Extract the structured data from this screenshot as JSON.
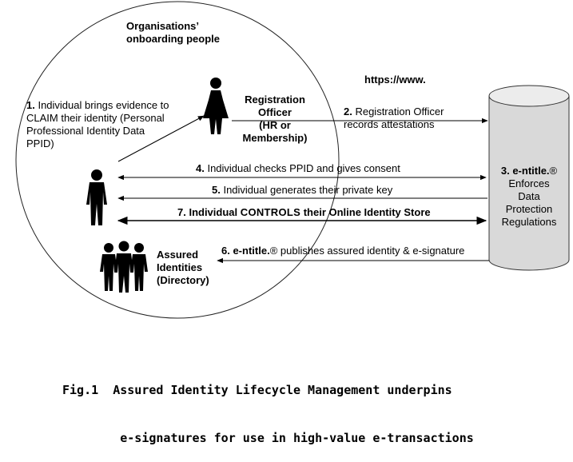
{
  "groups": {
    "org_title_line1": "Organisations’",
    "org_title_line2": "onboarding people"
  },
  "url": "https://www.",
  "step1": {
    "num": "1.",
    "line1": " Individual brings evidence to",
    "line2": "CLAIM their identity (Personal",
    "line3": "Professional Identity Data",
    "line4": "PPID)"
  },
  "registration_officer": {
    "line1": "Registration",
    "line2": "Officer",
    "line3": "(HR or",
    "line4": "Membership)"
  },
  "step2": {
    "num": "2.",
    "line1": " Registration Officer",
    "line2": "records attestations"
  },
  "step3": {
    "num": "3. e-ntitle.",
    "reg": "®",
    "line2": "Enforces",
    "line3": "Data",
    "line4": "Protection",
    "line5": "Regulations"
  },
  "step4": {
    "num": "4.",
    "text": " Individual checks PPID and gives consent"
  },
  "step5": {
    "num": "5.",
    "text": " Individual generates their private key"
  },
  "step7": {
    "pre": "7. Individual ",
    "emph": "CONTROLS",
    "post": " their Online Identity Store"
  },
  "step6": {
    "pre": "6. e-ntitle.",
    "reg": "®",
    "post": " publishes assured identity & e-signature"
  },
  "assured": {
    "line1": "Assured",
    "line2": "Identities",
    "line3": "(Directory)"
  },
  "caption": {
    "line1": "Fig.1  Assured Identity Lifecycle Management underpins",
    "line2": "        e-signatures for use in high-value e-transactions"
  }
}
